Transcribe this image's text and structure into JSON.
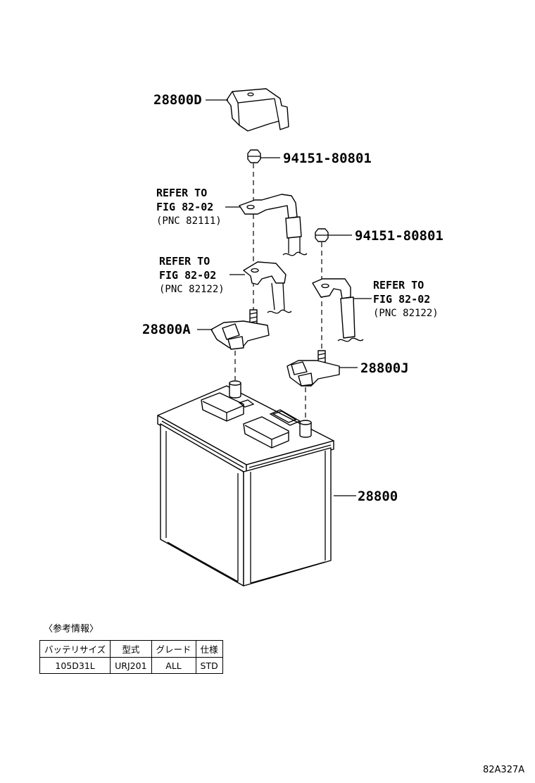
{
  "parts": {
    "cover": "28800D",
    "nut_upper": "94151-80801",
    "nut_lower": "94151-80801",
    "clamp_neg": "28800A",
    "clamp_pos": "28800J",
    "battery": "28800"
  },
  "refs": {
    "ref1": {
      "line1": "REFER TO",
      "line2": "FIG 82-02",
      "line3": "(PNC 82111)"
    },
    "ref2": {
      "line1": "REFER TO",
      "line2": "FIG 82-02",
      "line3": "(PNC 82122)"
    },
    "ref3": {
      "line1": "REFER TO",
      "line2": "FIG 82-02",
      "line3": "(PNC 82122)"
    }
  },
  "info": {
    "title": "〈参考情報〉",
    "headers": [
      "バッテリサイズ",
      "型式",
      "グレード",
      "仕様"
    ],
    "row": [
      "105D31L",
      "URJ201",
      "ALL",
      "STD"
    ]
  },
  "diagram_code": "82A327A"
}
